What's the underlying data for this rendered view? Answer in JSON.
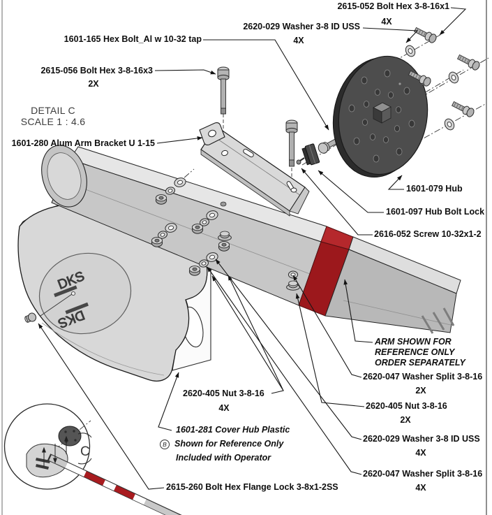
{
  "drawing": {
    "detail": {
      "title": "DETAIL C",
      "scale": "SCALE 1 : 4.6",
      "view_letter": "C"
    },
    "logo": "DKS",
    "balloon_b": "B",
    "callouts": {
      "bolt_hex_16x1": {
        "text": "2615-052 Bolt Hex 3-8-16x1",
        "qty": "4X"
      },
      "washer_uss_top": {
        "text": "2620-029 Washer 3-8 ID USS",
        "qty": "4X"
      },
      "hex_bolt_al": {
        "text": "1601-165 Hex Bolt_Al w 10-32 tap"
      },
      "bolt_hex_16x3": {
        "text": "2615-056 Bolt Hex 3-8-16x3",
        "qty": "2X"
      },
      "arm_bracket": {
        "text": "1601-280 Alum Arm Bracket U 1-15"
      },
      "hub": {
        "text": "1601-079 Hub"
      },
      "hub_bolt_lock": {
        "text": "1601-097 Hub Bolt Lock"
      },
      "screw": {
        "text": "2616-052 Screw 10-32x1-2"
      },
      "arm_note": {
        "line1": "ARM SHOWN FOR",
        "line2": "REFERENCE ONLY",
        "line3": "ORDER SEPARATELY"
      },
      "washer_split_2x": {
        "text": "2620-047 Washer Split 3-8-16",
        "qty": "2X"
      },
      "nut_2x": {
        "text": "2620-405 Nut 3-8-16",
        "qty": "2X"
      },
      "washer_uss_4x": {
        "text": "2620-029 Washer 3-8 ID USS",
        "qty": "4X"
      },
      "washer_split_4x": {
        "text": "2620-047 Washer Split 3-8-16",
        "qty": "4X"
      },
      "nut_4x": {
        "text": "2620-405 Nut 3-8-16",
        "qty": "4X"
      },
      "cover_hub": {
        "line1": "1601-281 Cover Hub Plastic",
        "line2": "Shown for Reference Only",
        "line3": "Included with Operator"
      },
      "flange_bolt": {
        "text": "2615-260 Bolt Hex Flange Lock 3-8x1-2SS"
      }
    },
    "colors": {
      "arm_red": "#a81b1f",
      "hub_gray": "#4d4d4d",
      "part_gray": "#d8d8d8"
    }
  }
}
